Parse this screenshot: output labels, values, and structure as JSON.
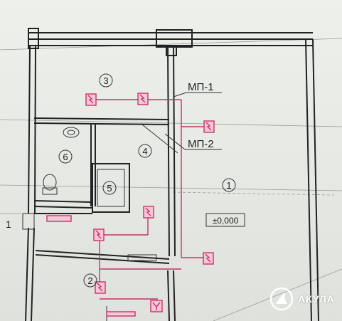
{
  "rooms": {
    "r1": "1",
    "r2": "2",
    "r3": "3",
    "r4": "4",
    "r5": "5",
    "r6": "6"
  },
  "labels": {
    "mp1": "МП-1",
    "mp2": "МП-2",
    "level": "±0,000",
    "axis": "1"
  },
  "watermark": {
    "text": "АКУЛА"
  },
  "colors": {
    "lines": "#222222",
    "electrical": "#c8336a",
    "electrical_fill": "#f7c7d8"
  },
  "icons": {
    "socket": "socket-icon",
    "switch": "switch-icon",
    "logo": "shark-fin-icon"
  }
}
